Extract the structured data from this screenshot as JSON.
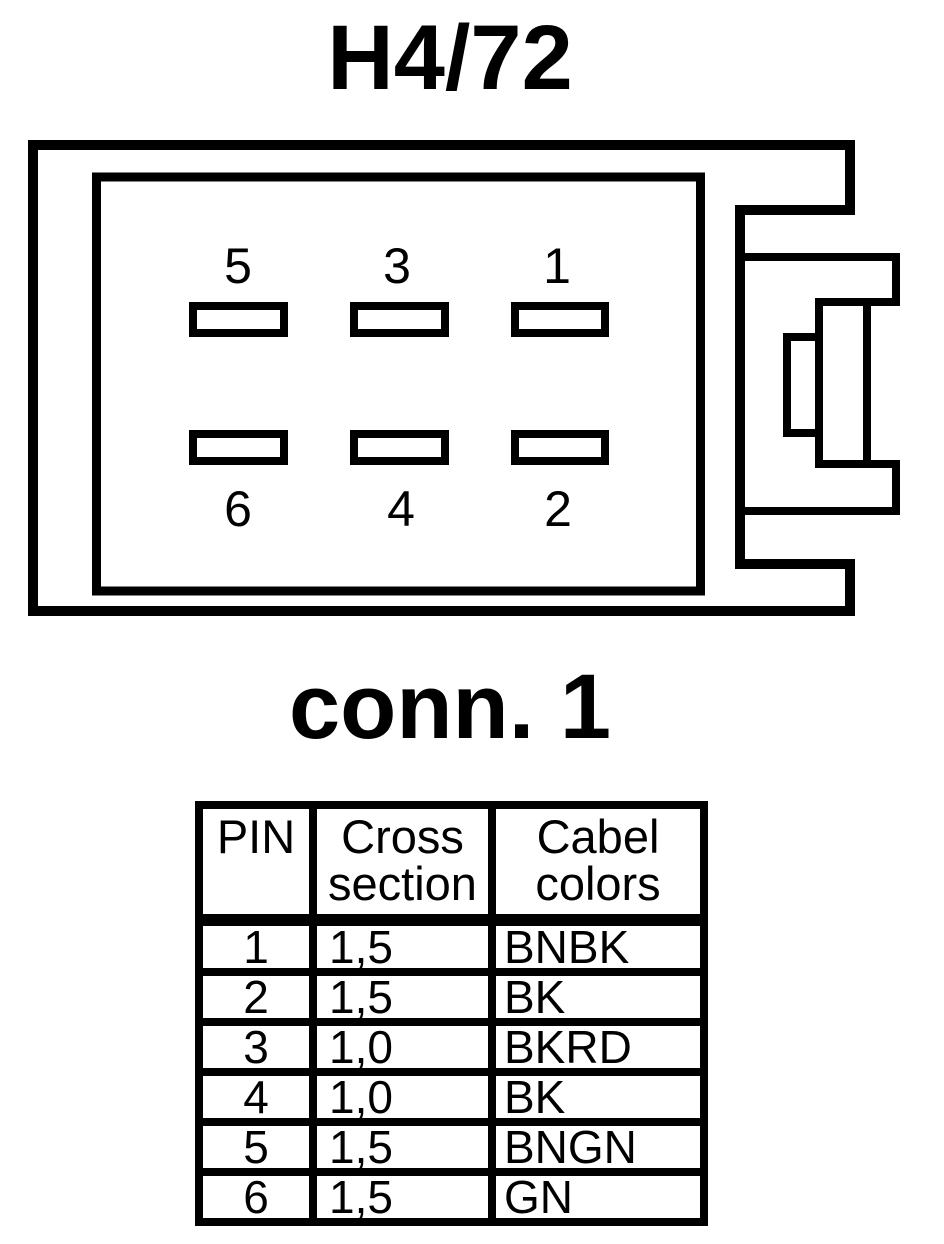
{
  "title": "H4/72",
  "connector_label": "conn. 1",
  "colors": {
    "ink": "#000000",
    "paper": "#ffffff"
  },
  "connector": {
    "pins": {
      "top_row": [
        "5",
        "3",
        "1"
      ],
      "bottom_row": [
        "6",
        "4",
        "2"
      ]
    }
  },
  "table": {
    "headers": {
      "pin": "PIN",
      "cross_line1": "Cross",
      "cross_line2": "section",
      "color_line1": "Cabel",
      "color_line2": "colors"
    },
    "rows": [
      {
        "pin": "1",
        "cross_section": "1,5",
        "cable_color": "BNBK"
      },
      {
        "pin": "2",
        "cross_section": "1,5",
        "cable_color": "BK"
      },
      {
        "pin": "3",
        "cross_section": "1,0",
        "cable_color": "BKRD"
      },
      {
        "pin": "4",
        "cross_section": "1,0",
        "cable_color": "BK"
      },
      {
        "pin": "5",
        "cross_section": "1,5",
        "cable_color": "BNGN"
      },
      {
        "pin": "6",
        "cross_section": "1,5",
        "cable_color": "GN"
      }
    ]
  }
}
